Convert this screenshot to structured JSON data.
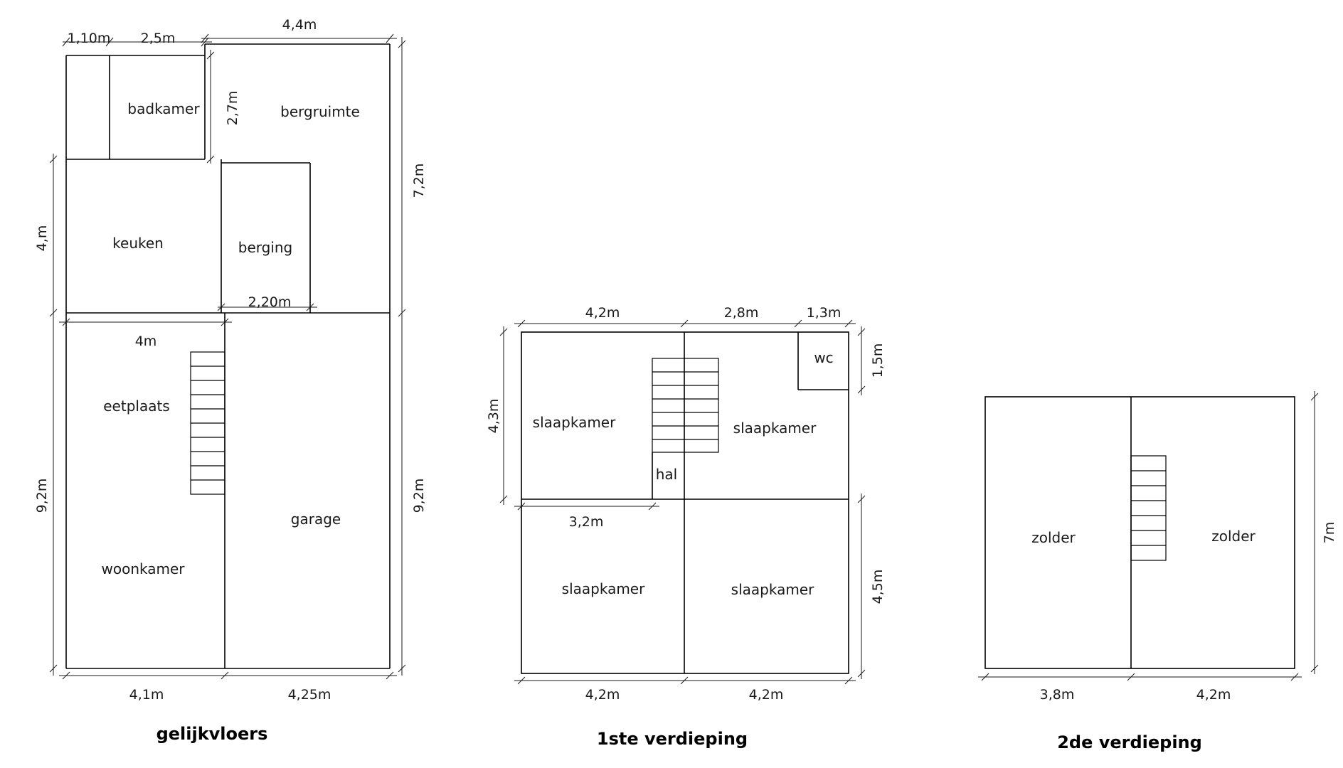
{
  "floors": [
    {
      "title": "gelijkvloers",
      "rooms": [
        "badkamer",
        "bergruimte",
        "keuken",
        "berging",
        "eetplaats",
        "woonkamer",
        "garage"
      ],
      "dims": [
        "1,10m",
        "2,5m",
        "4,4m",
        "2,7m",
        "7,2m",
        "4,m",
        "2,20m",
        "4m",
        "9,2m",
        "9,2m",
        "4,1m",
        "4,25m"
      ]
    },
    {
      "title": "1ste verdieping",
      "rooms": [
        "slaapkamer",
        "slaapkamer",
        "wc",
        "hal",
        "slaapkamer",
        "slaapkamer"
      ],
      "dims": [
        "4,2m",
        "2,8m",
        "1,3m",
        "1,5m",
        "4,3m",
        "3,2m",
        "4,5m",
        "4,2m",
        "4,2m"
      ]
    },
    {
      "title": "2de verdieping",
      "rooms": [
        "zolder",
        "zolder"
      ],
      "dims": [
        "7m",
        "3,8m",
        "4,2m"
      ]
    }
  ]
}
